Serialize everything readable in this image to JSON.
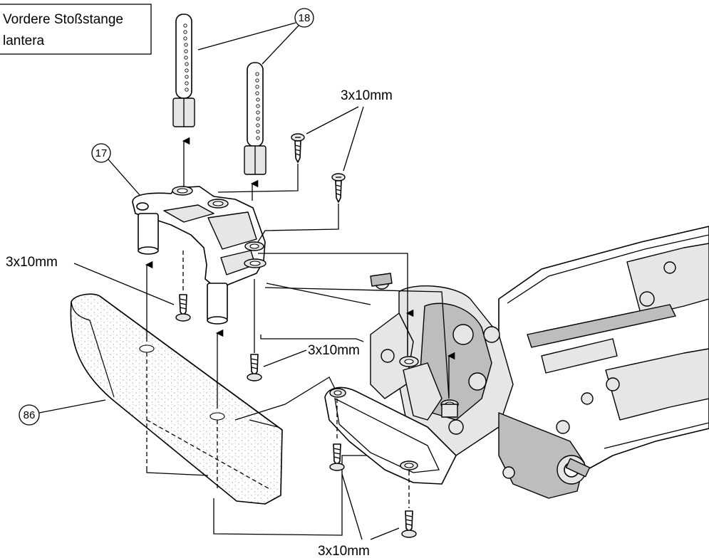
{
  "title_box": {
    "line1": "Vordere Stoßstange",
    "line2": "lantera"
  },
  "part_numbers": {
    "body_posts": "18",
    "bumper_stay": "17",
    "foam_bumper": "86"
  },
  "screw_labels": {
    "top_right": "3x10mm",
    "left": "3x10mm",
    "center": "3x10mm",
    "bottom": "3x10mm"
  }
}
